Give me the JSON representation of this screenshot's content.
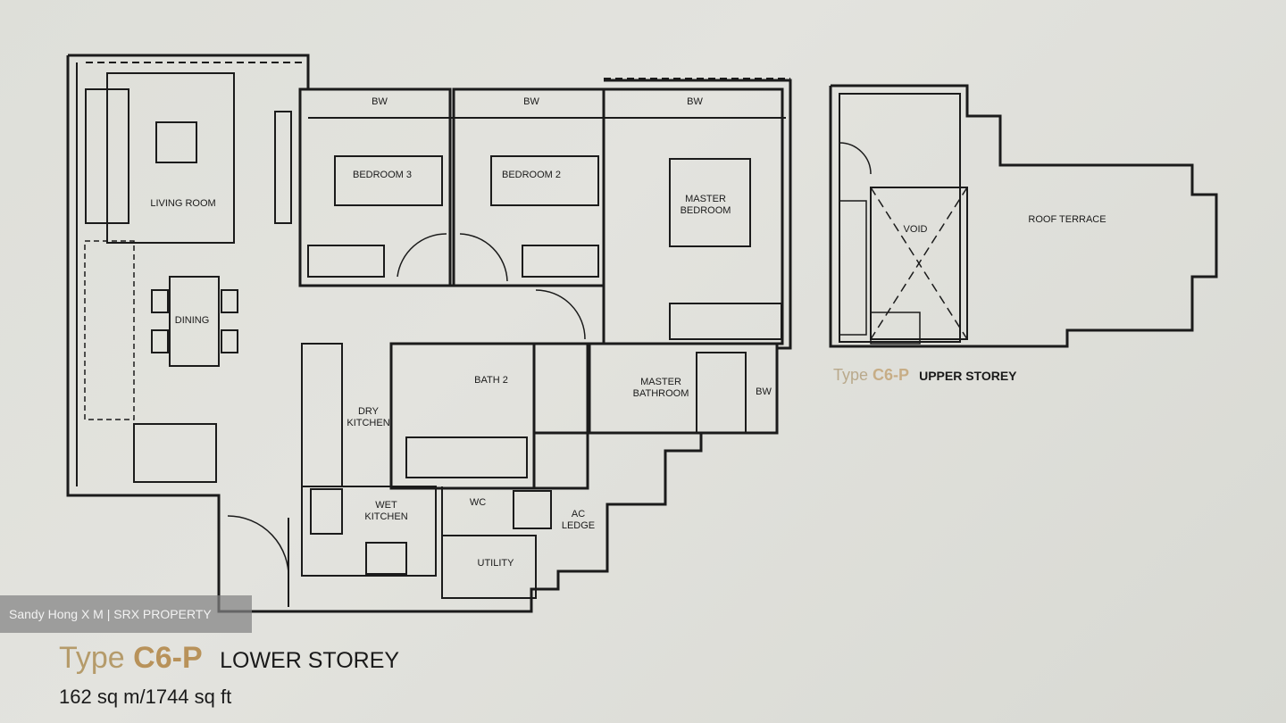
{
  "watermark": "Sandy Hong X M | SRX PROPERTY",
  "lower": {
    "type_word": "Type",
    "type_code": "C6-P",
    "storey": "LOWER STOREY",
    "area": "162 sq m/1744 sq ft"
  },
  "upper": {
    "type_word": "Type",
    "type_code": "C6-P",
    "storey": "UPPER STOREY"
  },
  "rooms": {
    "bw1": "BW",
    "bw2": "BW",
    "bw3": "BW",
    "bw4": "BW",
    "bedroom3": "BEDROOM 3",
    "bedroom2": "BEDROOM 2",
    "master_bedroom": "MASTER BEDROOM",
    "living_room": "LIVING ROOM",
    "dining": "DINING",
    "dry_kitchen": "DRY KITCHEN",
    "wet_kitchen": "WET KITCHEN",
    "bath2": "BATH 2",
    "master_bathroom": "MASTER BATHROOM",
    "wc": "WC",
    "ac_ledge": "AC LEDGE",
    "utility": "UTILITY",
    "void": "VOID",
    "roof_terrace": "ROOF TERRACE"
  }
}
